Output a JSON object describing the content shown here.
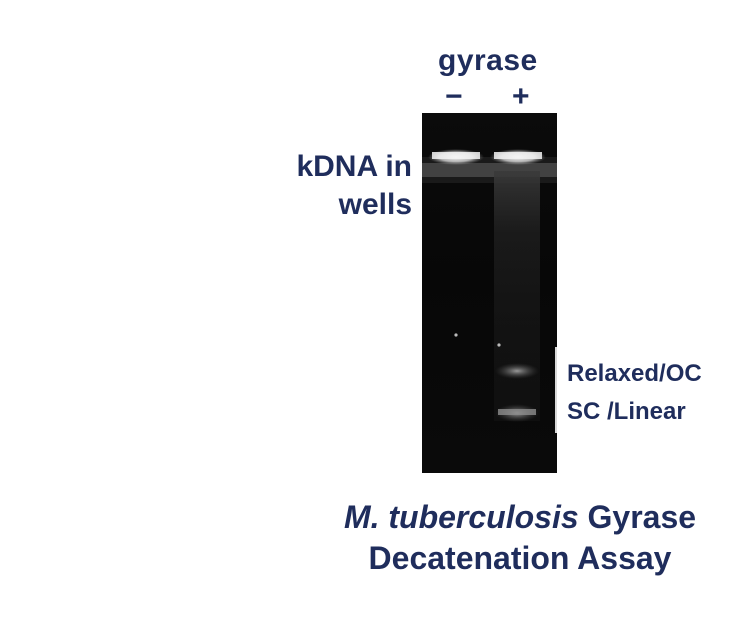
{
  "header": {
    "enzyme": "gyrase",
    "lane_minus": "−",
    "lane_plus": "+"
  },
  "labels": {
    "wells_line1": "kDNA in",
    "wells_line2": "wells",
    "band_line1": "Relaxed/OC",
    "band_line2": "SC /Linear"
  },
  "caption": {
    "organism": "M. tuberculosis",
    "line1_rest": " Gyrase",
    "line2": "Decatenation  Assay"
  },
  "colors": {
    "text": "#1f2d5c",
    "gel_background": "#080808",
    "band": "#ffffff"
  }
}
